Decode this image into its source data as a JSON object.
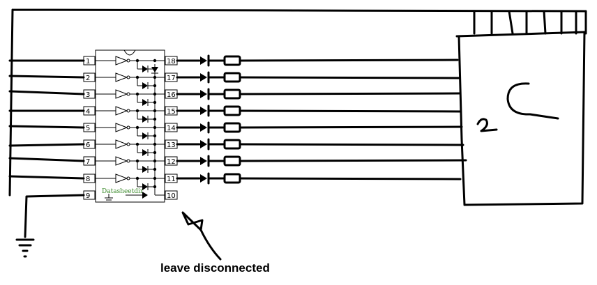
{
  "ic": {
    "left_pins": [
      "1",
      "2",
      "3",
      "4",
      "5",
      "6",
      "7",
      "8",
      "9"
    ],
    "right_pins": [
      "18",
      "17",
      "16",
      "15",
      "14",
      "13",
      "12",
      "11",
      "10"
    ],
    "watermark": "Datasheetdir"
  },
  "annotation": {
    "note": "leave disconnected"
  },
  "colors": {
    "ink": "#000000",
    "watermark": "#3a8a2a",
    "background": "#ffffff"
  }
}
